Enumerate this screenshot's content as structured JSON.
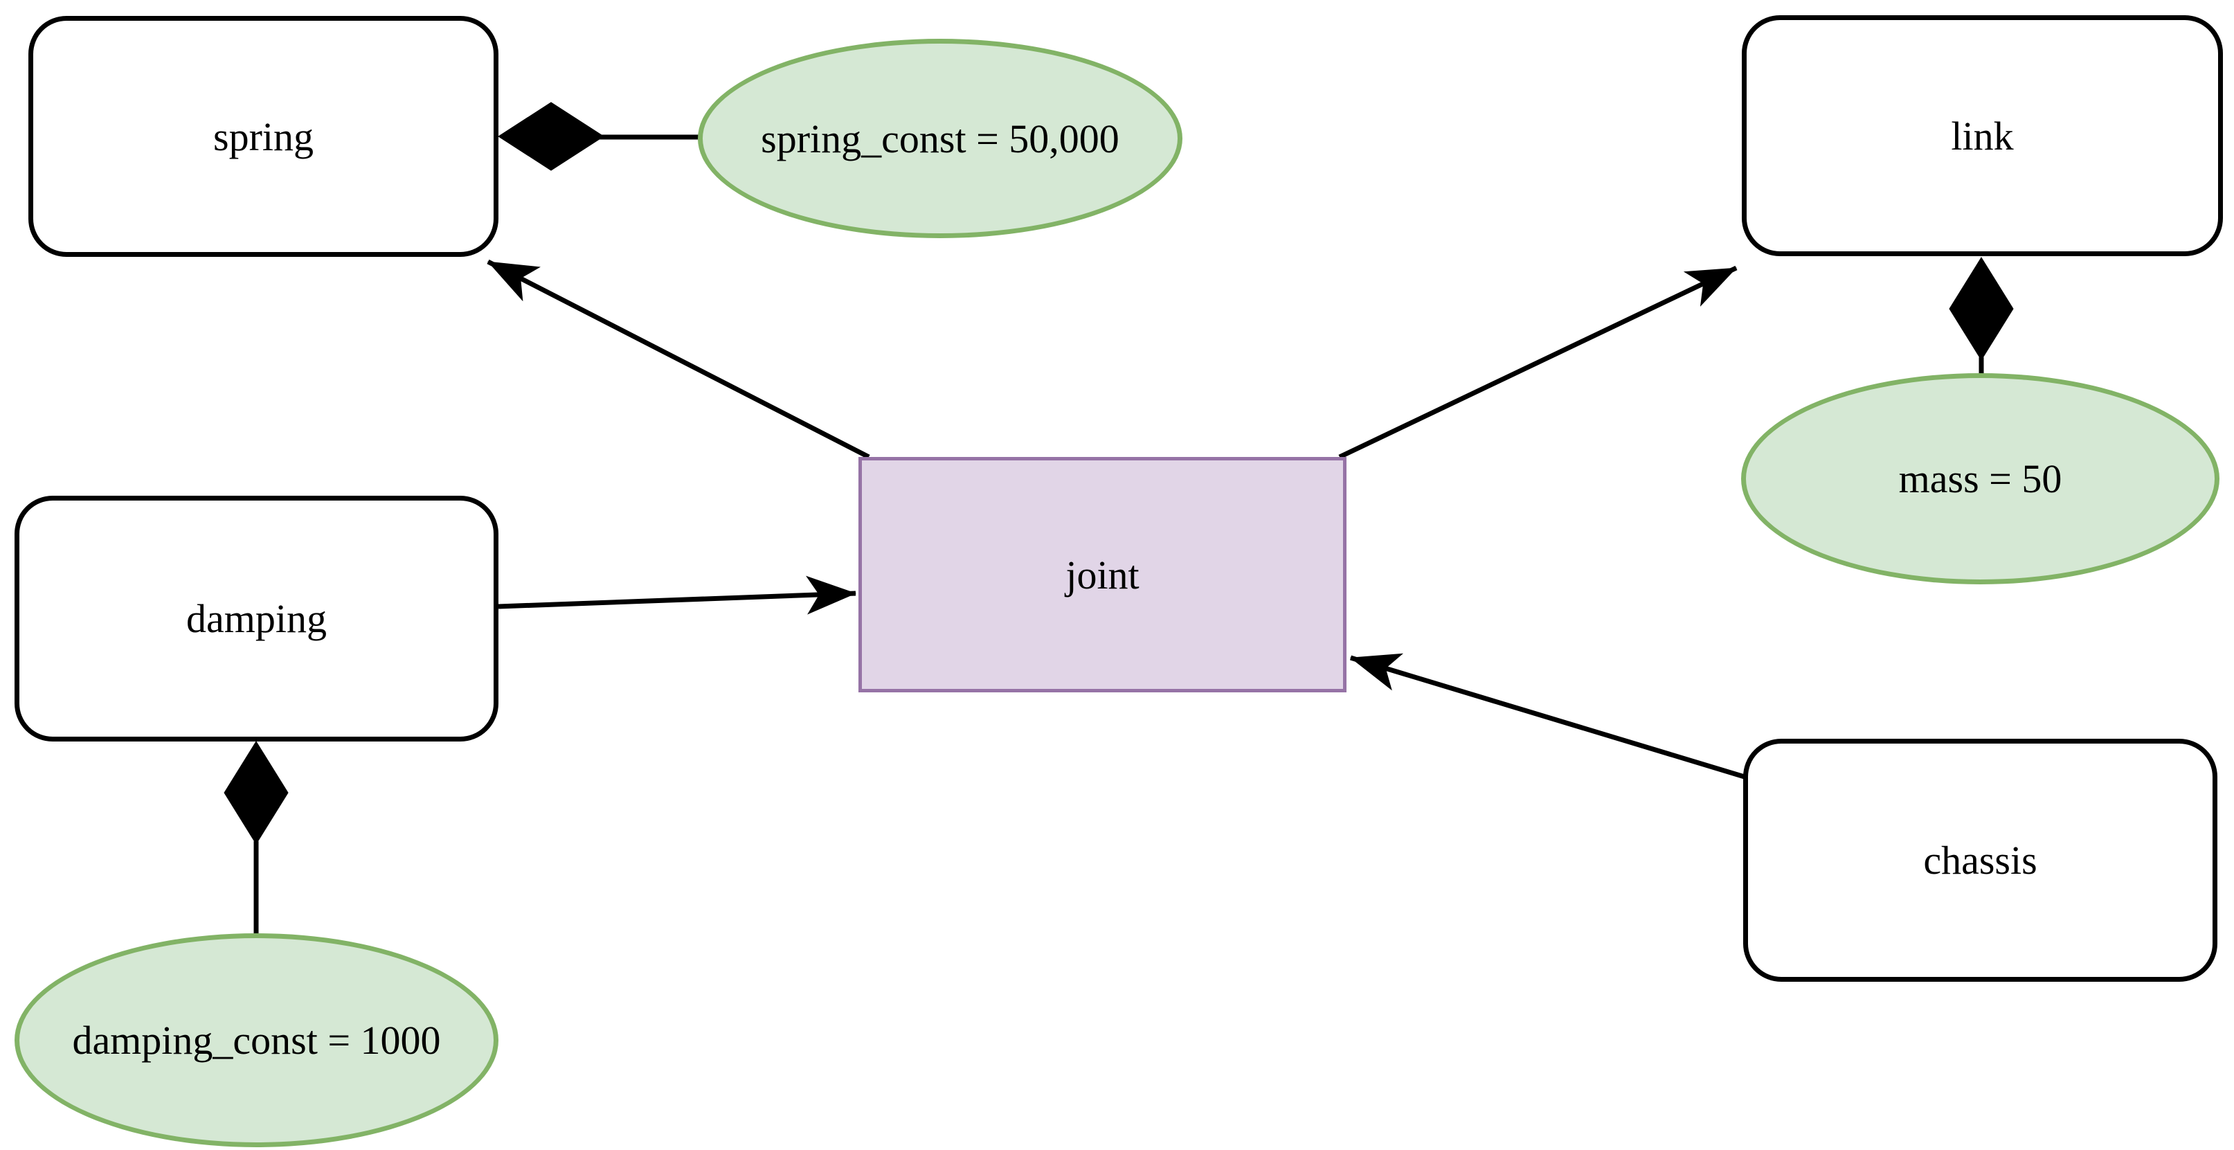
{
  "nodes": {
    "spring": {
      "label": "spring"
    },
    "damping": {
      "label": "damping"
    },
    "link": {
      "label": "link"
    },
    "chassis": {
      "label": "chassis"
    },
    "joint": {
      "label": "joint"
    }
  },
  "attributes": {
    "spring_const": {
      "label": "spring_const = 50,000"
    },
    "mass": {
      "label": "mass = 50"
    },
    "damping_const": {
      "label": "damping_const = 1000"
    }
  },
  "edges": [
    {
      "from": "joint",
      "to": "spring",
      "type": "arrow",
      "arrowhead_at": "spring"
    },
    {
      "from": "joint",
      "to": "link",
      "type": "arrow",
      "arrowhead_at": "link"
    },
    {
      "from": "damping",
      "to": "joint",
      "type": "arrow",
      "arrowhead_at": "joint"
    },
    {
      "from": "chassis",
      "to": "joint",
      "type": "arrow",
      "arrowhead_at": "joint"
    },
    {
      "from": "spring",
      "to": "spring_const",
      "type": "composition-diamond"
    },
    {
      "from": "link",
      "to": "mass",
      "type": "composition-diamond"
    },
    {
      "from": "damping",
      "to": "damping_const",
      "type": "composition-diamond"
    }
  ],
  "colors": {
    "entity_fill": "#ffffff",
    "entity_border": "#000000",
    "joint_fill": "#e1d5e7",
    "joint_border": "#9673a6",
    "attribute_fill": "#d5e8d4",
    "attribute_border": "#82b366",
    "connector": "#000000"
  }
}
